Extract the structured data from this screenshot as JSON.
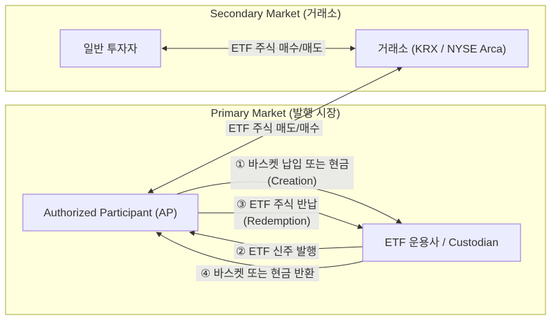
{
  "clusters": {
    "secondary": {
      "title": "Secondary Market (거래소)"
    },
    "primary": {
      "title": "Primary Market (발행 시장)"
    }
  },
  "nodes": {
    "investor": {
      "label": "일반 투자자"
    },
    "exchange": {
      "label": "거래소 (KRX / NYSE Arca)"
    },
    "ap": {
      "label": "Authorized Participant (AP)"
    },
    "custodian": {
      "label": "ETF 운용사 / Custodian"
    }
  },
  "edges": {
    "investor_exchange": {
      "label": "ETF 주식 매수/매도"
    },
    "exchange_ap": {
      "label": "ETF 주식 매도/매수"
    },
    "ap_creation": {
      "line1": "① 바스켓 납입 또는 현금",
      "line2": "(Creation)"
    },
    "ap_redemption": {
      "line1": "③ ETF 주식 반납",
      "line2": "(Redemption)"
    },
    "custodian_issue": {
      "label": "② ETF 신주 발행"
    },
    "custodian_return": {
      "label": "④ 바스켓 또는 현금 반환"
    }
  },
  "colors": {
    "cluster_fill": "#ffffde",
    "cluster_stroke": "#aaaa33",
    "node_fill": "#ececff",
    "node_stroke": "#9370db",
    "edge": "#333333",
    "label_bg": "#e8e8e8"
  }
}
